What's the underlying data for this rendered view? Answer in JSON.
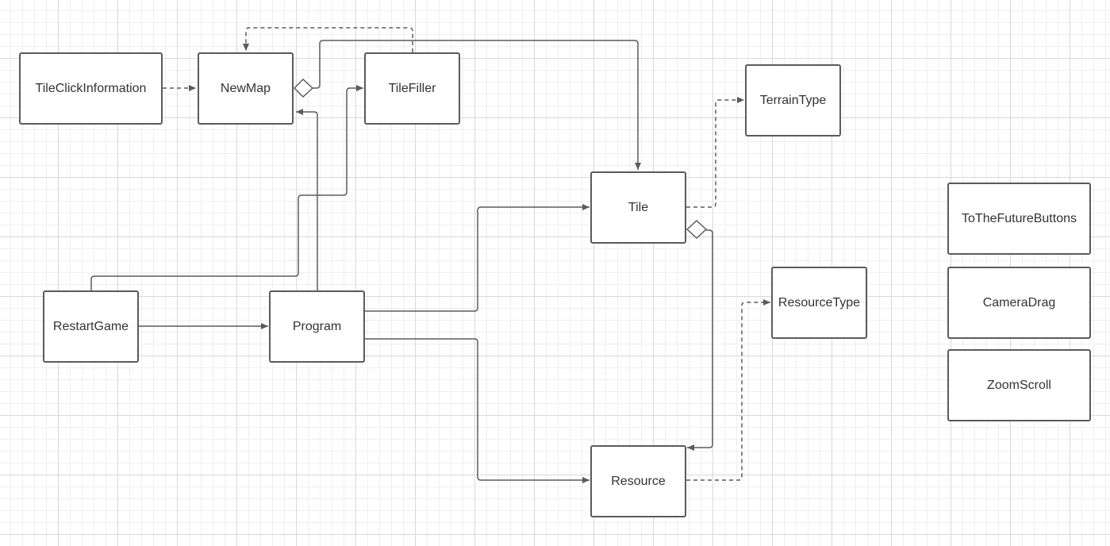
{
  "diagram": {
    "nodes": {
      "tile_click_information": "TileClickInformation",
      "new_map": "NewMap",
      "tile_filler": "TileFiller",
      "terrain_type": "TerrainType",
      "tile": "Tile",
      "to_the_future_buttons": "ToTheFutureButtons",
      "camera_drag": "CameraDrag",
      "zoom_scroll": "ZoomScroll",
      "restart_game": "RestartGame",
      "program": "Program",
      "resource_type": "ResourceType",
      "resource": "Resource"
    },
    "edges": [
      {
        "from": "TileClickInformation",
        "to": "NewMap",
        "style": "dashed",
        "kind": "dependency"
      },
      {
        "from": "TileFiller",
        "to": "NewMap",
        "style": "dashed",
        "kind": "dependency"
      },
      {
        "from": "NewMap",
        "to": "Tile",
        "style": "solid",
        "kind": "aggregation"
      },
      {
        "from": "Program",
        "to": "NewMap",
        "style": "solid",
        "kind": "association"
      },
      {
        "from": "RestartGame",
        "to": "TileFiller",
        "style": "solid",
        "kind": "association"
      },
      {
        "from": "RestartGame",
        "to": "Program",
        "style": "solid",
        "kind": "association"
      },
      {
        "from": "Program",
        "to": "Tile",
        "style": "solid",
        "kind": "association"
      },
      {
        "from": "Program",
        "to": "Resource",
        "style": "solid",
        "kind": "association"
      },
      {
        "from": "Tile",
        "to": "TerrainType",
        "style": "dashed",
        "kind": "dependency"
      },
      {
        "from": "Tile",
        "to": "Resource",
        "style": "solid",
        "kind": "aggregation"
      },
      {
        "from": "Resource",
        "to": "ResourceType",
        "style": "dashed",
        "kind": "dependency"
      }
    ],
    "colors": {
      "line": "#5b5b5b",
      "box_border": "#5b5b5b",
      "text": "#333333",
      "grid_major": "#d9d9d9",
      "grid_minor": "#efefef"
    }
  }
}
